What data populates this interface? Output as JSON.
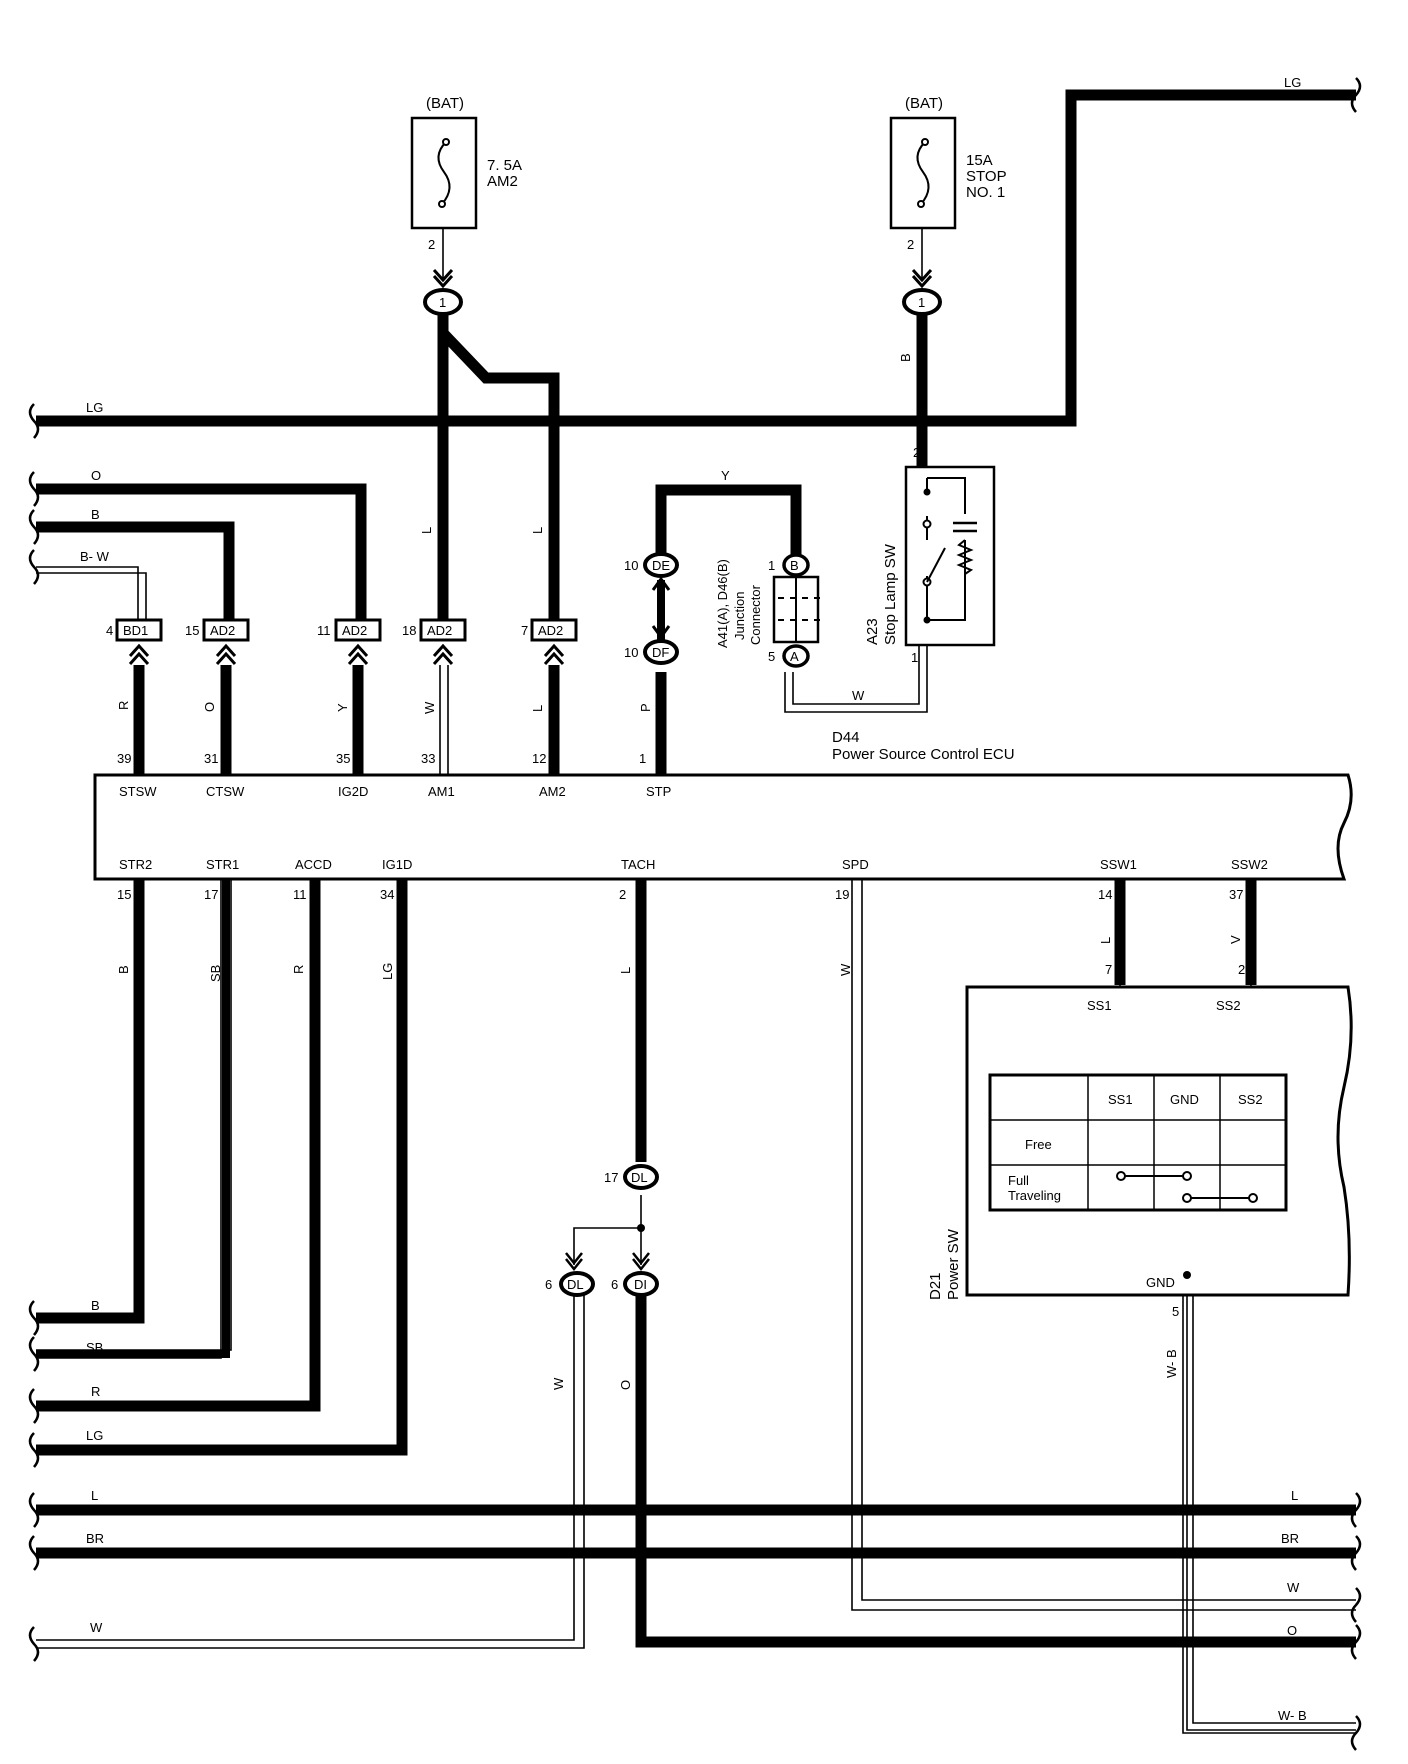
{
  "fuses": [
    {
      "source": "(BAT)",
      "rating": "7. 5A",
      "name": "AM2",
      "pin": "2",
      "joint": "1"
    },
    {
      "source": "(BAT)",
      "rating": "15A",
      "name": "STOP",
      "name2": "NO. 1",
      "pin": "2",
      "joint": "1"
    }
  ],
  "wire_colors": {
    "lg_top": "LG",
    "lg_mid": "LG",
    "o": "O",
    "b": "B",
    "bw": "B- W",
    "l1": "L",
    "l2": "L",
    "y": "Y",
    "b_stop": "B",
    "r": "R",
    "o2": "O",
    "y2": "Y",
    "w": "W",
    "l3": "L",
    "p": "P",
    "w_jc": "W",
    "b_str2": "B",
    "sb": "SB",
    "r_accd": "R",
    "lg_ig1d": "LG",
    "l_tach": "L",
    "w_spd": "W",
    "l_ssw1": "L",
    "v_ssw2": "V",
    "w_dl": "W",
    "o_di": "O",
    "wb": "W- B",
    "left_b": "B",
    "left_sb": "SB",
    "left_r": "R",
    "left_lg": "LG",
    "left_l": "L",
    "left_br": "BR",
    "left_w": "W",
    "right_l": "L",
    "right_br": "BR",
    "right_w": "W",
    "right_o": "O",
    "right_wb": "W- B"
  },
  "connectors": [
    {
      "id": "BD1",
      "pin": "4"
    },
    {
      "id": "AD2",
      "pin": "15"
    },
    {
      "id": "AD2",
      "pin": "11"
    },
    {
      "id": "AD2",
      "pin": "18"
    },
    {
      "id": "AD2",
      "pin": "7"
    }
  ],
  "joints": {
    "de": {
      "id": "DE",
      "pin": "10"
    },
    "df": {
      "id": "DF",
      "pin": "10"
    },
    "dl_top": {
      "id": "DL",
      "pin": "17"
    },
    "dl": {
      "id": "DL",
      "pin": "6"
    },
    "di": {
      "id": "DI",
      "pin": "6"
    }
  },
  "junction_connector": {
    "label1": "A41(A), D46(B)",
    "label2": "Junction",
    "label3": "Connector",
    "pin_b": "1",
    "pin_a": "5",
    "term_b": "B",
    "term_a": "A"
  },
  "stop_lamp_sw": {
    "label1": "A23",
    "label2": "Stop Lamp SW",
    "pin_top": "2",
    "pin_bottom": "1"
  },
  "ecu": {
    "code": "D44",
    "name": "Power Source Control ECU",
    "top_pins": [
      {
        "pin": "39",
        "name": "STSW"
      },
      {
        "pin": "31",
        "name": "CTSW"
      },
      {
        "pin": "35",
        "name": "IG2D"
      },
      {
        "pin": "33",
        "name": "AM1"
      },
      {
        "pin": "12",
        "name": "AM2"
      },
      {
        "pin": "1",
        "name": "STP"
      }
    ],
    "bottom_pins": [
      {
        "pin": "15",
        "name": "STR2"
      },
      {
        "pin": "17",
        "name": "STR1"
      },
      {
        "pin": "11",
        "name": "ACCD"
      },
      {
        "pin": "34",
        "name": "IG1D"
      },
      {
        "pin": "2",
        "name": "TACH"
      },
      {
        "pin": "19",
        "name": "SPD"
      },
      {
        "pin": "14",
        "name": "SSW1"
      },
      {
        "pin": "37",
        "name": "SSW2"
      }
    ]
  },
  "power_sw": {
    "code": "D21",
    "name": "Power SW",
    "pin_ss1": "7",
    "pin_ss2": "2",
    "pin_gnd": "5",
    "term_ss1": "SS1",
    "term_ss2": "SS2",
    "term_gnd": "GND",
    "table_headers": [
      "SS1",
      "GND",
      "SS2"
    ],
    "rows": [
      "Free",
      "Full",
      "Traveling"
    ]
  }
}
